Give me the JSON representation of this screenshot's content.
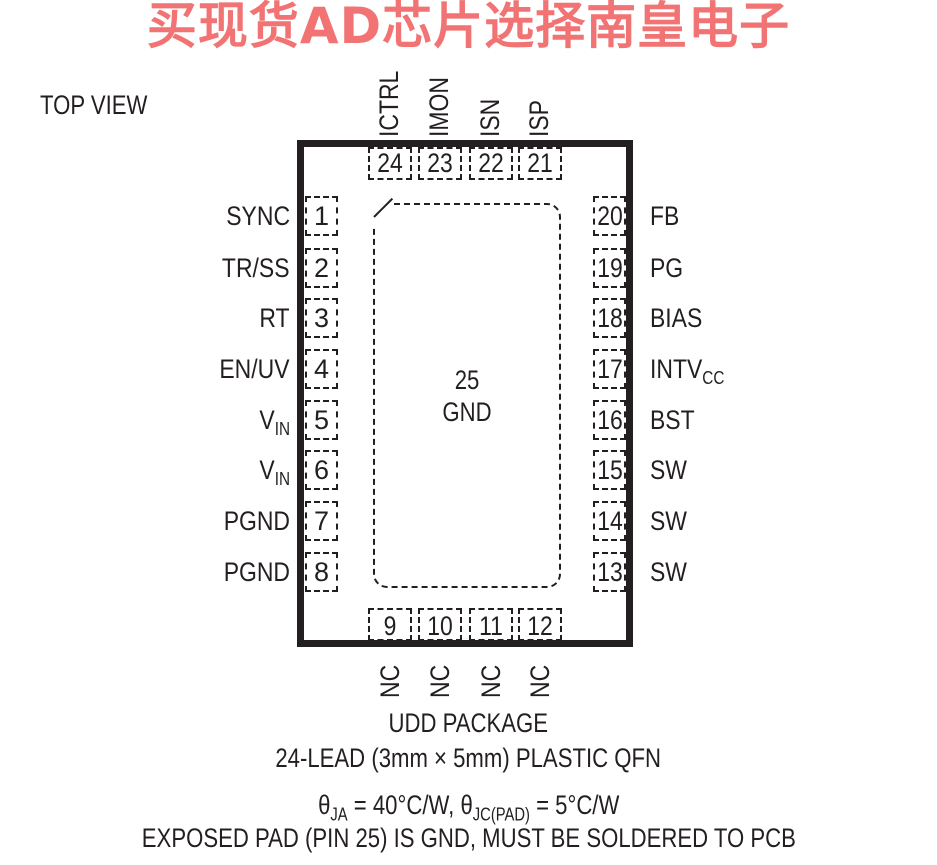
{
  "title": "TOP VIEW",
  "watermark": "买现货AD芯片选择南皇电子",
  "left_pins": [
    {
      "num": "1",
      "name": "SYNC",
      "sub": ""
    },
    {
      "num": "2",
      "name": "TR/SS",
      "sub": ""
    },
    {
      "num": "3",
      "name": "RT",
      "sub": ""
    },
    {
      "num": "4",
      "name": "EN/UV",
      "sub": ""
    },
    {
      "num": "5",
      "name": "V",
      "sub": "IN"
    },
    {
      "num": "6",
      "name": "V",
      "sub": "IN"
    },
    {
      "num": "7",
      "name": "PGND",
      "sub": ""
    },
    {
      "num": "8",
      "name": "PGND",
      "sub": ""
    }
  ],
  "right_pins": [
    {
      "num": "20",
      "name": "FB",
      "sub": ""
    },
    {
      "num": "19",
      "name": "PG",
      "sub": ""
    },
    {
      "num": "18",
      "name": "BIAS",
      "sub": ""
    },
    {
      "num": "17",
      "name": "INTV",
      "sub": "CC"
    },
    {
      "num": "16",
      "name": "BST",
      "sub": ""
    },
    {
      "num": "15",
      "name": "SW",
      "sub": ""
    },
    {
      "num": "14",
      "name": "SW",
      "sub": ""
    },
    {
      "num": "13",
      "name": "SW",
      "sub": ""
    }
  ],
  "top_pins": [
    {
      "num": "24",
      "name": "ICTRL"
    },
    {
      "num": "23",
      "name": "IMON"
    },
    {
      "num": "22",
      "name": "ISN"
    },
    {
      "num": "21",
      "name": "ISP"
    }
  ],
  "bottom_pins": [
    {
      "num": "9",
      "name": "NC"
    },
    {
      "num": "10",
      "name": "NC"
    },
    {
      "num": "11",
      "name": "NC"
    },
    {
      "num": "12",
      "name": "NC"
    }
  ],
  "exposed_pad": {
    "num": "25",
    "name": "GND"
  },
  "package_name": "UDD PACKAGE",
  "package_desc": "24-LEAD (3mm × 5mm) PLASTIC QFN",
  "thermal": {
    "theta_ja_sym": "θ",
    "theta_ja_sub": "JA",
    "theta_ja_val": " = 40°C/W, ",
    "theta_jc_sym": "θ",
    "theta_jc_sub": "JC(PAD)",
    "theta_jc_val": " = 5°C/W"
  },
  "note": "EXPOSED PAD (PIN 25) IS GND, MUST BE SOLDERED TO PCB"
}
